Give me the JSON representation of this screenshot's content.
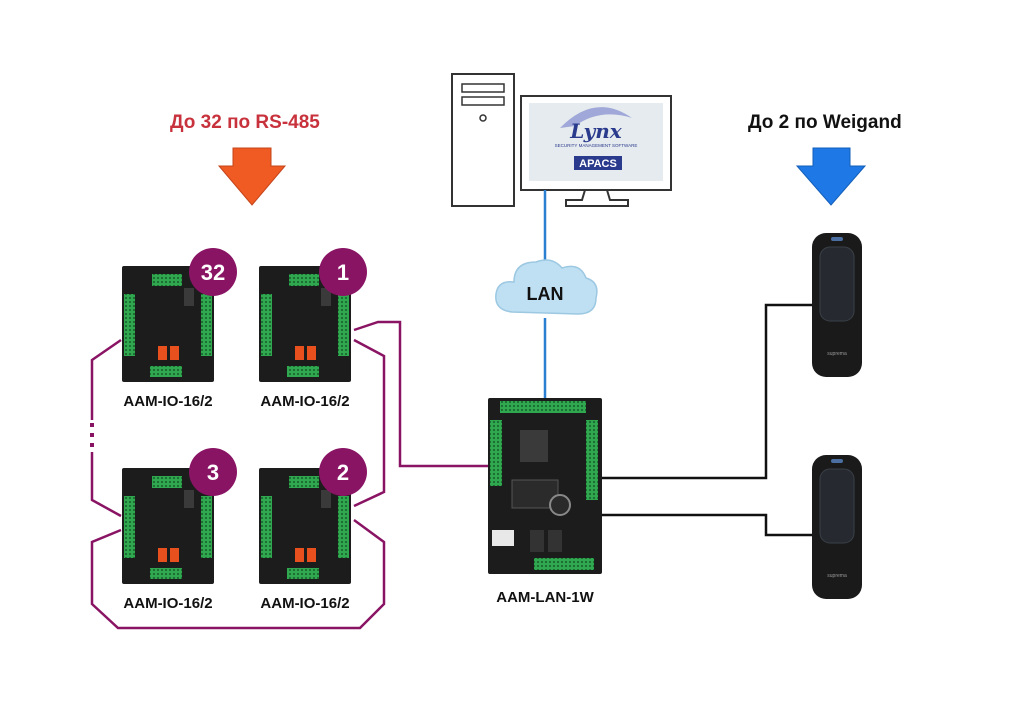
{
  "headings": {
    "rs485": "До 32 по RS-485",
    "weigand": "До 2 по Weigand"
  },
  "colors": {
    "rs485_text": "#c8323c",
    "rs485_arrow": "#f05a23",
    "weigand_arrow": "#1e78e6",
    "bus": "#8a1464",
    "badge": "#8a1464",
    "lan": "#2a7fd0",
    "weigand_wire": "#111111",
    "board": "#1c1c1c",
    "terminal": "#2fa84f",
    "relay": "#e8501e"
  },
  "modules": [
    {
      "badge": "32",
      "label": "AAM-IO-16/2"
    },
    {
      "badge": "1",
      "label": "AAM-IO-16/2"
    },
    {
      "badge": "3",
      "label": "AAM-IO-16/2"
    },
    {
      "badge": "2",
      "label": "AAM-IO-16/2"
    }
  ],
  "controller": {
    "label": "AAM-LAN-1W"
  },
  "network": {
    "label": "LAN"
  },
  "software": {
    "logo": "Lynx",
    "tagline": "SECURITY MANAGEMENT SOFTWARE",
    "brand": "APACS"
  },
  "readers": [
    {
      "brand": "suprema"
    },
    {
      "brand": "suprema"
    }
  ],
  "icons": [
    "down-arrow-icon",
    "computer-tower-icon",
    "monitor-icon",
    "cloud-icon",
    "card-reader-icon"
  ]
}
